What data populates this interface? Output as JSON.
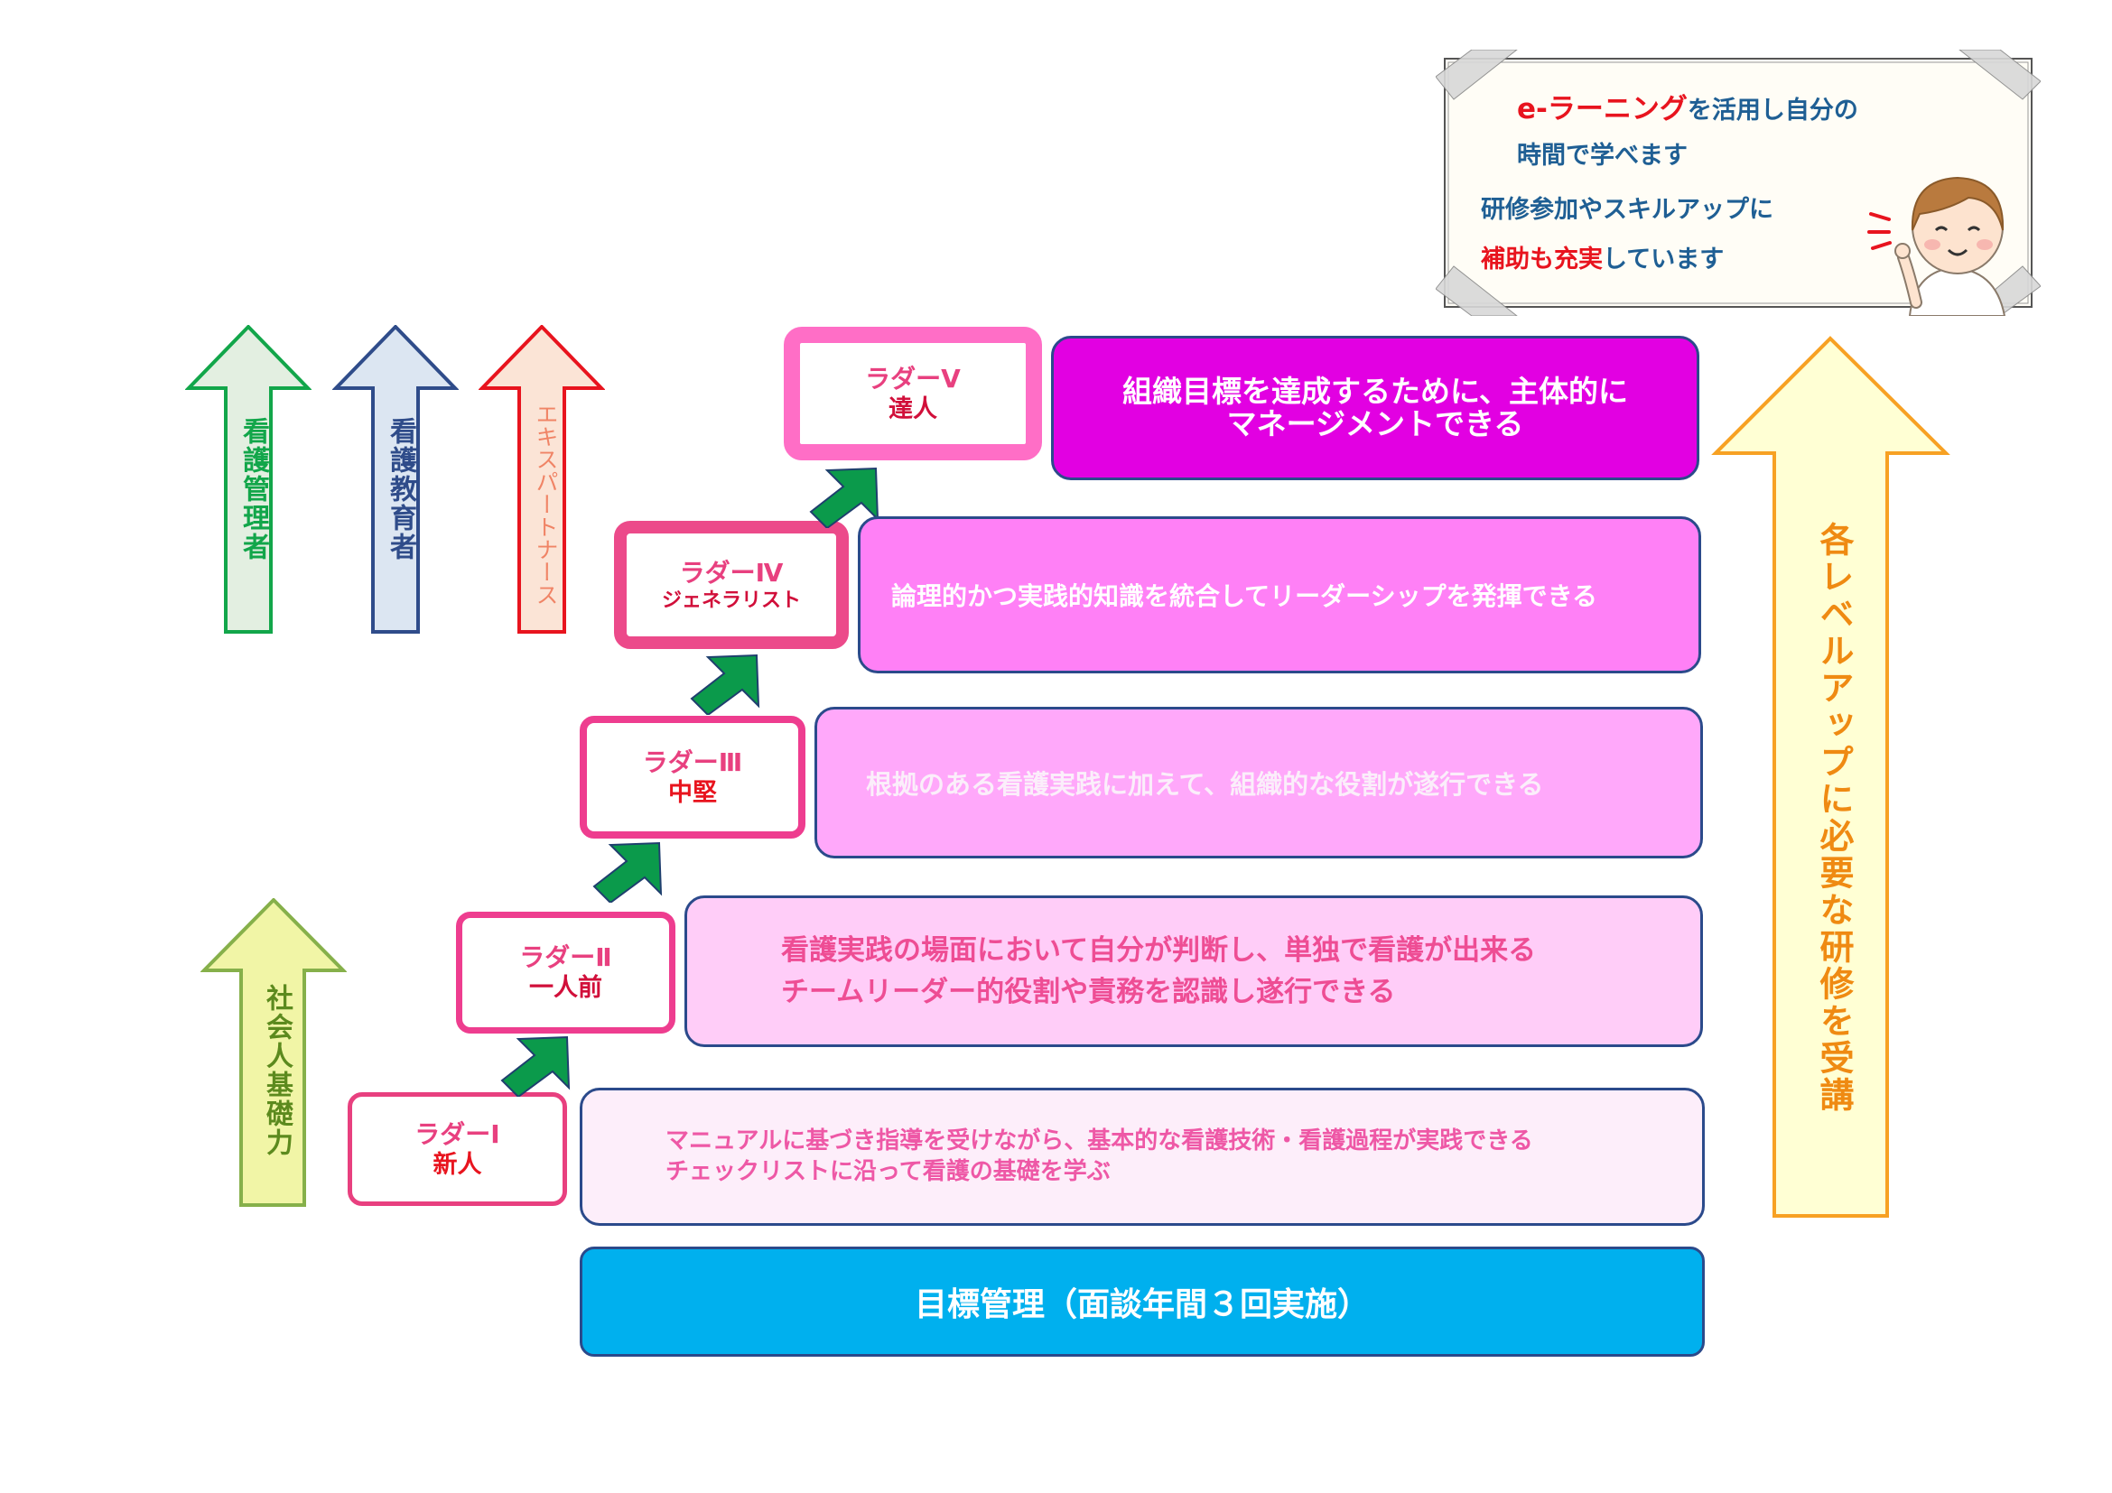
{
  "notice": {
    "line1_highlight": "e-ラーニング",
    "line1_rest": "を活用し自分の",
    "line2": "時間で学べます",
    "line3": "研修参加やスキルアップに",
    "line4_highlight": "補助も充実",
    "line4_rest": "しています"
  },
  "role_arrows": {
    "manager": "看護管理者",
    "educator": "看護教育者",
    "expert": "エキスパートナース",
    "social": "社会人基礎力"
  },
  "ladders": [
    {
      "title": "ラダーⅠ",
      "subtitle": "新人"
    },
    {
      "title": "ラダーⅡ",
      "subtitle": "一人前"
    },
    {
      "title": "ラダーⅢ",
      "subtitle": "中堅"
    },
    {
      "title": "ラダーⅣ",
      "subtitle": "ジェネラリスト"
    },
    {
      "title": "ラダーⅤ",
      "subtitle": "達人"
    }
  ],
  "descriptions": {
    "level1": [
      "マニュアルに基づき指導を受けながら、基本的な看護技術・看護過程が実践できる",
      "チェックリストに沿って看護の基礎を学ぶ"
    ],
    "level2": [
      "看護実践の場面において自分が判断し、単独で看護が出来る",
      "チームリーダー的役割や責務を認識し遂行できる"
    ],
    "level3": [
      "根拠のある看護実践に加えて、組織的な役割が遂行できる"
    ],
    "level4": [
      "論理的かつ実践的知識を統合してリーダーシップを発揮できる"
    ],
    "level5": [
      "組織目標を達成するために、主体的に",
      "マネージメントできる"
    ]
  },
  "goal_management": "目標管理（面談年間３回実施）",
  "right_arrow": "各レベルアップに必要な研修を受講",
  "colors": {
    "accent_red": "#e8141e",
    "notice_blue": "#1f5f94",
    "pink_text": "#e6407f",
    "magenta": "#e200e2",
    "goal_blue": "#00b0ee",
    "step_green": "#0b9a4b"
  }
}
